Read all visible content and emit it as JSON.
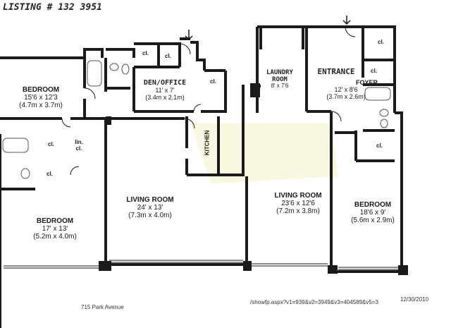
{
  "listing": "LISTING # 132 3951",
  "rooms": {
    "bedroom_nw": {
      "name": "BEDROOM",
      "dims": "15'6 x 12'3",
      "metric": "(4.7m x 3.7m)"
    },
    "den_office": {
      "name": "DEN/OFFICE",
      "dims": "11' x 7'",
      "metric": "(3.4m x 2.1m)"
    },
    "laundry": {
      "name1": "LAUNDRY",
      "name2": "ROOM",
      "dims": "8' x 7'6"
    },
    "entrance": {
      "name": "ENTRANCE",
      "sub": "FOYER",
      "dims": "12' x 8'6",
      "metric": "(3.7m x 2.6m)"
    },
    "kitchen": {
      "name": "KITCHEN"
    },
    "living_w": {
      "name": "LIVING ROOM",
      "dims": "24' x 13'",
      "metric": "(7.3m x 4.0m)"
    },
    "living_e": {
      "name": "LIVING ROOM",
      "dims": "23'6 x 12'6",
      "metric": "(7.2m x 3.8m)"
    },
    "bedroom_sw": {
      "name": "BEDROOM",
      "dims": "17' x 13'",
      "metric": "(5.2m x 4.0m)"
    },
    "bedroom_e": {
      "name": "BEDROOM",
      "dims": "18'6 x 9'",
      "metric": "(5.6m x 2.9m)"
    }
  },
  "closet_label": "cl.",
  "linen_label": "lin. cl.",
  "address": "715 Park Avenue",
  "url": "/showfp.aspx?v1=939&v2=3949&v3=404589&v5=3",
  "date": "12/30/2010",
  "colors": {
    "wall": "#1a1a1a",
    "paper": "#ffffff",
    "overlay": "#f2efc0",
    "fixture": "#555555"
  }
}
